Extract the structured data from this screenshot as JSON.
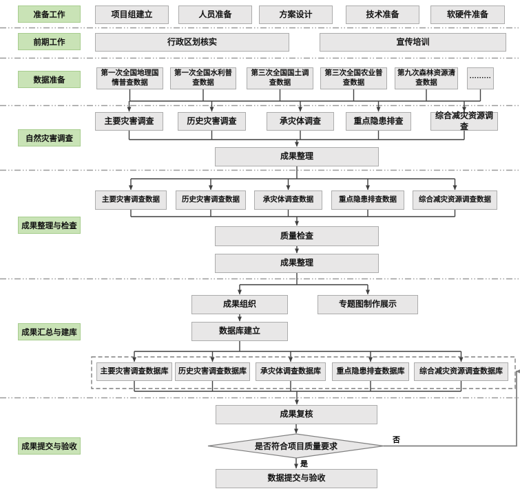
{
  "stages": [
    "准备工作",
    "前期工作",
    "数据准备",
    "自然灾害调查",
    "成果整理与检查",
    "成果汇总与建库",
    "成果提交与验收"
  ],
  "preparation_row": [
    "项目组建立",
    "人员准备",
    "方案设计",
    "技术准备",
    "软硬件准备"
  ],
  "early_row": [
    "行政区划核实",
    "宣传培训"
  ],
  "data_sources": [
    "第一次全国地理国情普查数据",
    "第一次全国水利普查数据",
    "第三次全国国土调查数据",
    "第三次全国农业普查数据",
    "第九次森林资源清查数据",
    "·········"
  ],
  "surveys": [
    "主要灾害调查",
    "历史灾害调查",
    "承灾体调查",
    "重点隐患排查",
    "综合减灾资源调查"
  ],
  "survey_data": [
    "主要灾害调查数据",
    "历史灾害调查数据",
    "承灾体调查数据",
    "重点隐患排查数据",
    "综合减灾资源调查数据"
  ],
  "databases": [
    "主要灾害调查数据库",
    "历史灾害调查数据库",
    "承灾体调查数据库",
    "重点隐患排查数据库",
    "综合减灾资源调查数据库"
  ],
  "nodes": {
    "consolidate_1": "成果整理",
    "quality_check": "质量检查",
    "consolidate_2": "成果整理",
    "organize": "成果组织",
    "thematic_map": "专题图制作展示",
    "database_build": "数据库建立",
    "review": "成果复核",
    "decision": "是否符合项目质量要求",
    "submit": "数据提交与验收"
  },
  "branch_labels": {
    "yes": "是",
    "no": "否"
  },
  "colors": {
    "stage_fill": "#c9e3b6",
    "stage_border": "#a6cc8d",
    "box_fill": "#e8e7e7",
    "box_border": "#ababab",
    "connector": "#3f3f3f",
    "feedback_line": "#7f7f7f",
    "separator": "#999999"
  }
}
